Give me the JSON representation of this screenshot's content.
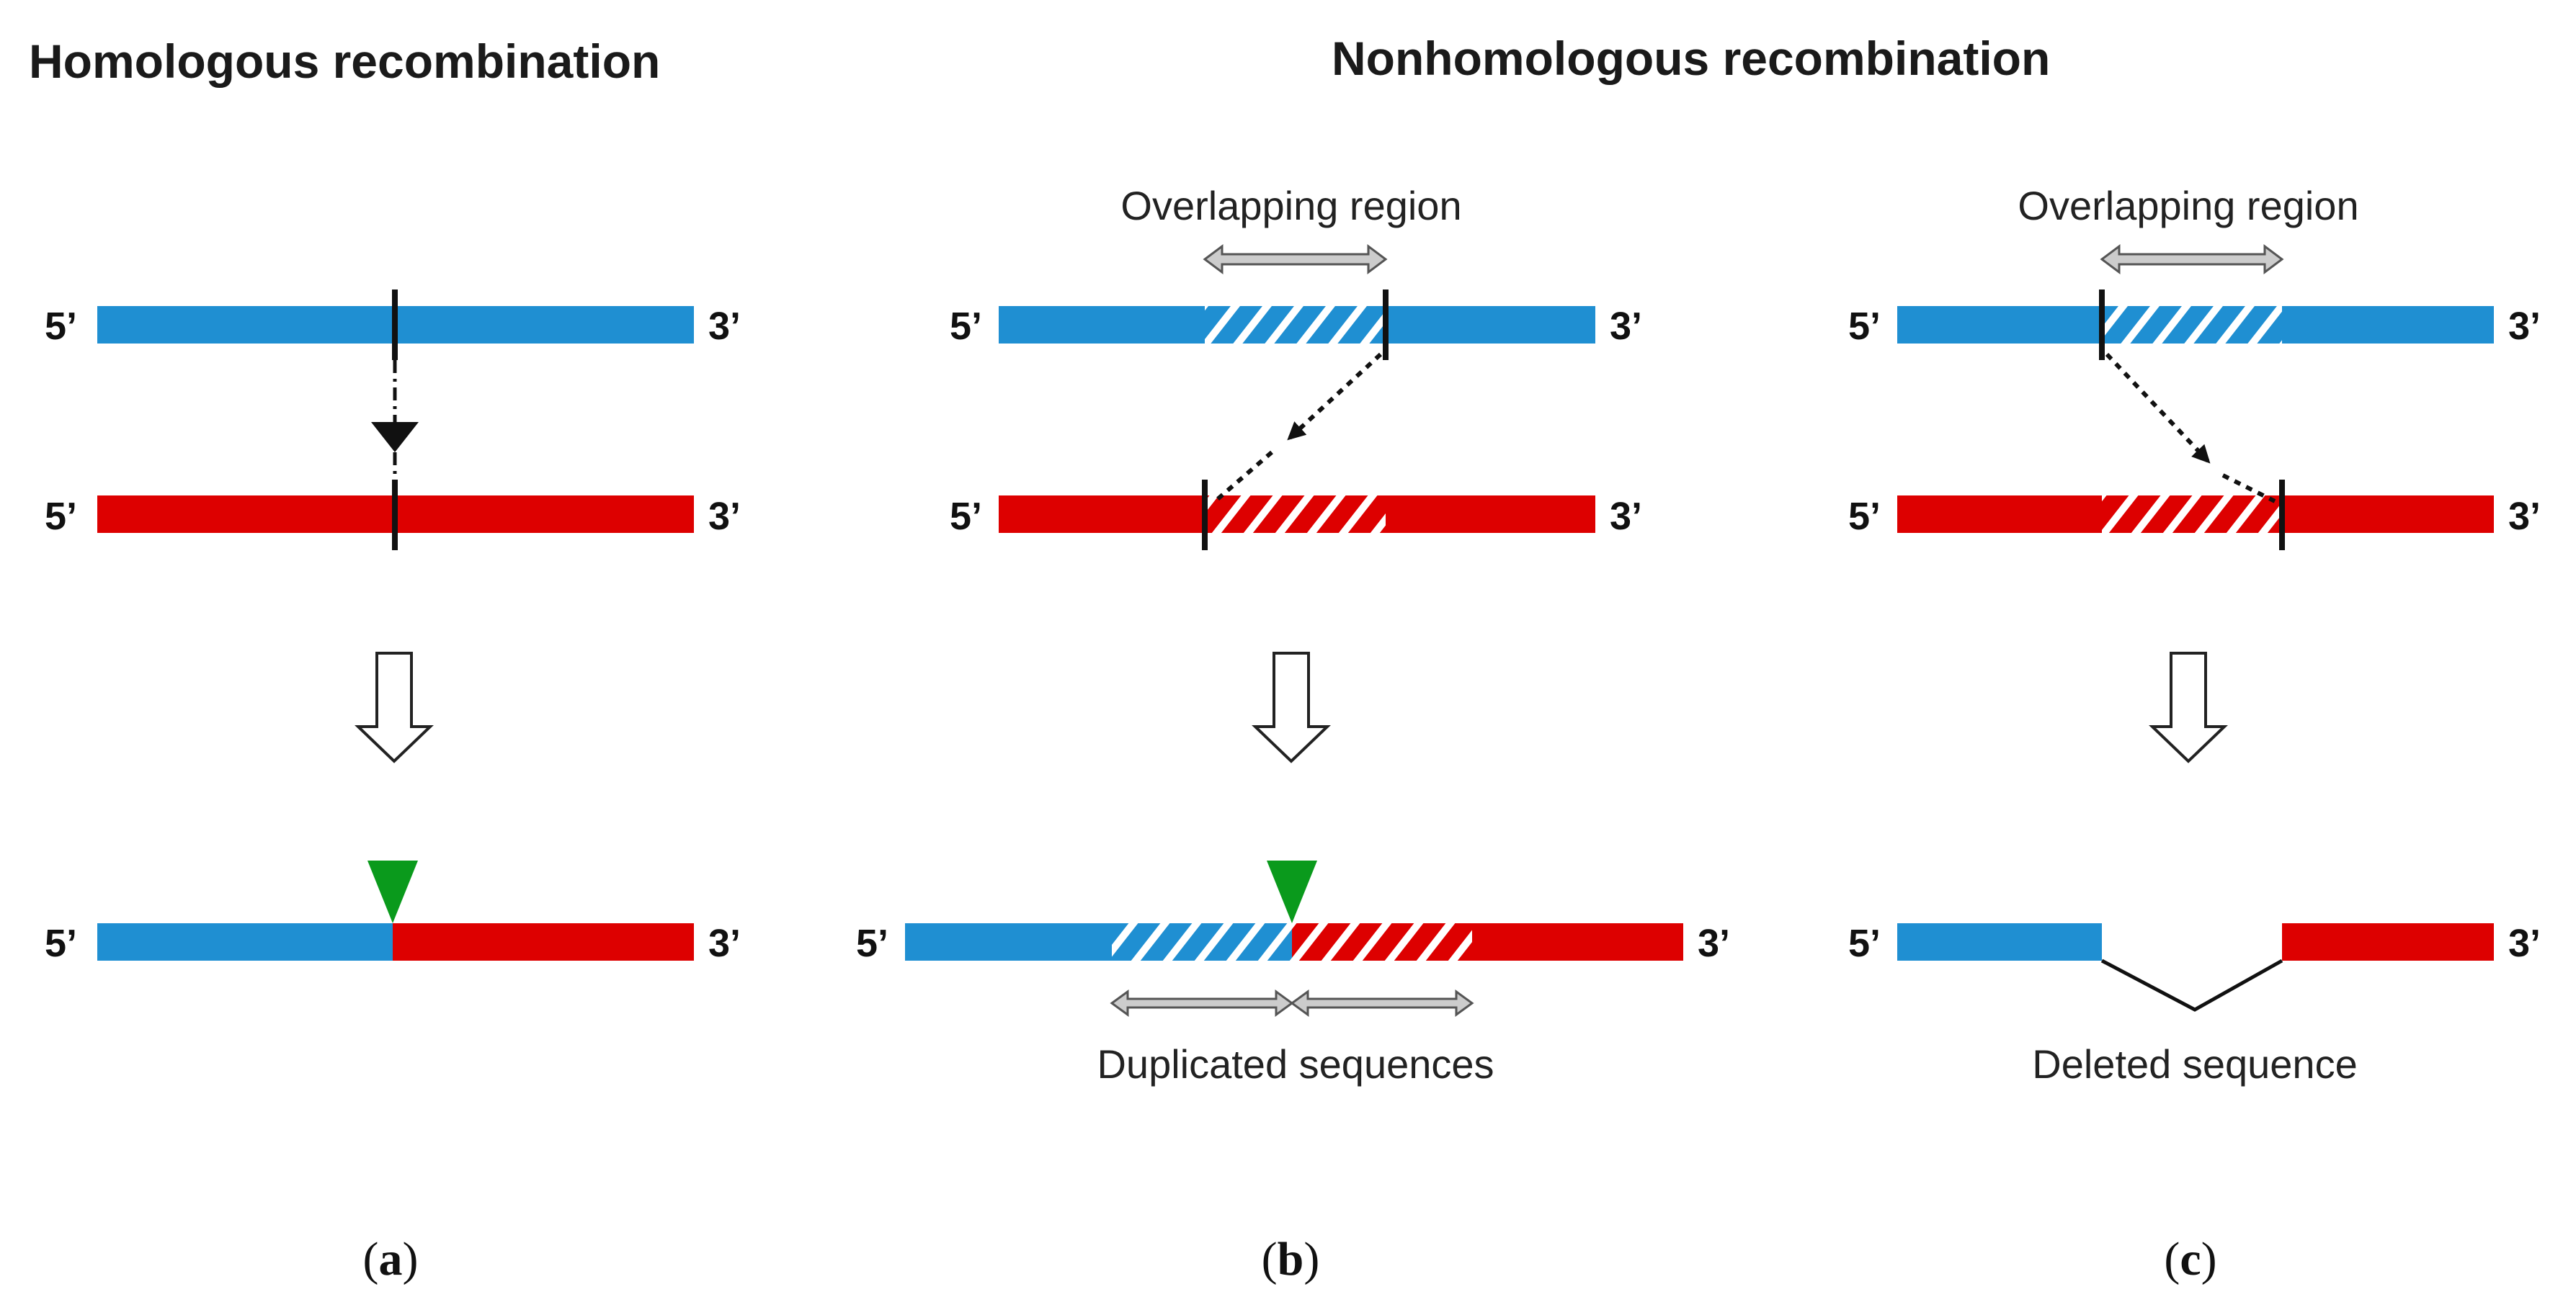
{
  "headings": {
    "homologous": "Homologous recombination",
    "nonhomologous": "Nonhomologous recombination"
  },
  "ends": {
    "five": "5’",
    "three": "3’"
  },
  "labels": {
    "overlap_b": "Overlapping region",
    "overlap_c": "Overlapping region",
    "duplicated": "Duplicated sequences",
    "deleted": "Deleted sequence"
  },
  "panels": {
    "a": {
      "open": "(",
      "letter": "a",
      "close": ")"
    },
    "b": {
      "open": "(",
      "letter": "b",
      "close": ")"
    },
    "c": {
      "open": "(",
      "letter": "c",
      "close": ")"
    }
  },
  "colors": {
    "blue_strand": "#1f8fd2",
    "red_strand": "#dd0000",
    "junction_marker": "#0a9a1c",
    "region_arrow_fill": "#cccccc"
  }
}
